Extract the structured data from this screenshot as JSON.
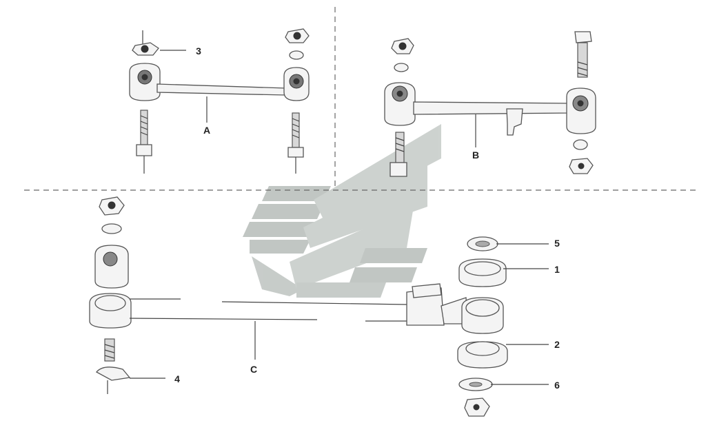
{
  "diagram": {
    "assemblies": [
      {
        "key": "A",
        "label": "A"
      },
      {
        "key": "B",
        "label": "B"
      },
      {
        "key": "C",
        "label": "C"
      }
    ],
    "callouts": [
      {
        "key": "1",
        "label": "1"
      },
      {
        "key": "2",
        "label": "2"
      },
      {
        "key": "3",
        "label": "3"
      },
      {
        "key": "4",
        "label": "4"
      },
      {
        "key": "5",
        "label": "5"
      },
      {
        "key": "6",
        "label": "6"
      }
    ],
    "colors": {
      "line": "#444444",
      "part_fill": "#f4f4f4",
      "watermark": "#9aa39e"
    },
    "watermark": "logo-watermark"
  }
}
